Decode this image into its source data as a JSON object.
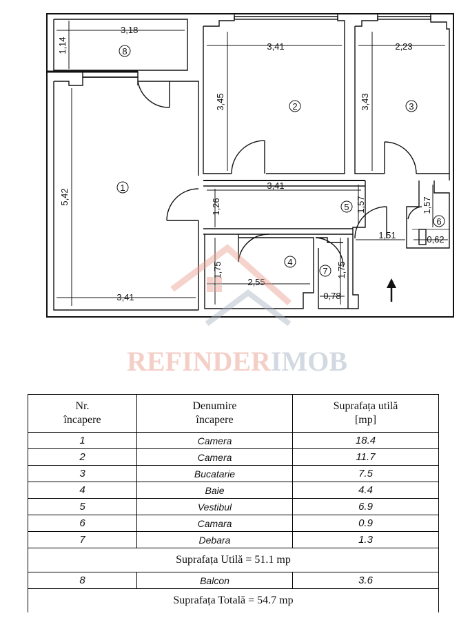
{
  "plan": {
    "rooms": [
      {
        "id": "1",
        "label": "1"
      },
      {
        "id": "2",
        "label": "2"
      },
      {
        "id": "3",
        "label": "3"
      },
      {
        "id": "4",
        "label": "4"
      },
      {
        "id": "5",
        "label": "5"
      },
      {
        "id": "6",
        "label": "6"
      },
      {
        "id": "7",
        "label": "7"
      },
      {
        "id": "8",
        "label": "8"
      }
    ],
    "dimensions": {
      "balcony_width": "3,18",
      "balcony_depth": "1,14",
      "room2_width": "3,41",
      "room2_depth": "3,45",
      "room3_width": "2,23",
      "room3_depth": "3,43",
      "room1_depth": "5,42",
      "room1_width": "3,41",
      "hall_width": "3,41",
      "hall_depth": "1,26",
      "hall_right_depth": "1,57",
      "hall_right_width": "1,51",
      "closet_depth": "1,57",
      "closet_width": "0,62",
      "bath_depth": "1,75",
      "bath_width": "2,55",
      "storage_depth": "1,75",
      "storage_width": "0,78"
    },
    "watermark": {
      "part1": "REFINDER",
      "part2": "IMOB",
      "color1": "#e9a090",
      "color2": "#a9b4c4"
    }
  },
  "table": {
    "headers": [
      "Nr.\nîncapere",
      "Denumire\nîncapere",
      "Suprafața utilă\n[mp]"
    ],
    "header_lines": [
      [
        "Nr.",
        "încapere"
      ],
      [
        "Denumire",
        "încapere"
      ],
      [
        "Suprafața utilă",
        "[mp]"
      ]
    ],
    "rows": [
      {
        "nr": "1",
        "name": "Camera",
        "area": "18.4"
      },
      {
        "nr": "2",
        "name": "Camera",
        "area": "11.7"
      },
      {
        "nr": "3",
        "name": "Bucatarie",
        "area": "7.5"
      },
      {
        "nr": "4",
        "name": "Baie",
        "area": "4.4"
      },
      {
        "nr": "5",
        "name": "Vestibul",
        "area": "6.9"
      },
      {
        "nr": "6",
        "name": "Camara",
        "area": "0.9"
      },
      {
        "nr": "7",
        "name": "Debara",
        "area": "1.3"
      }
    ],
    "useful_total": "Suprafața Utilă = 51.1 mp",
    "balcony_row": {
      "nr": "8",
      "name": "Balcon",
      "area": "3.6"
    },
    "grand_total": "Suprafața Totală = 54.7 mp"
  }
}
